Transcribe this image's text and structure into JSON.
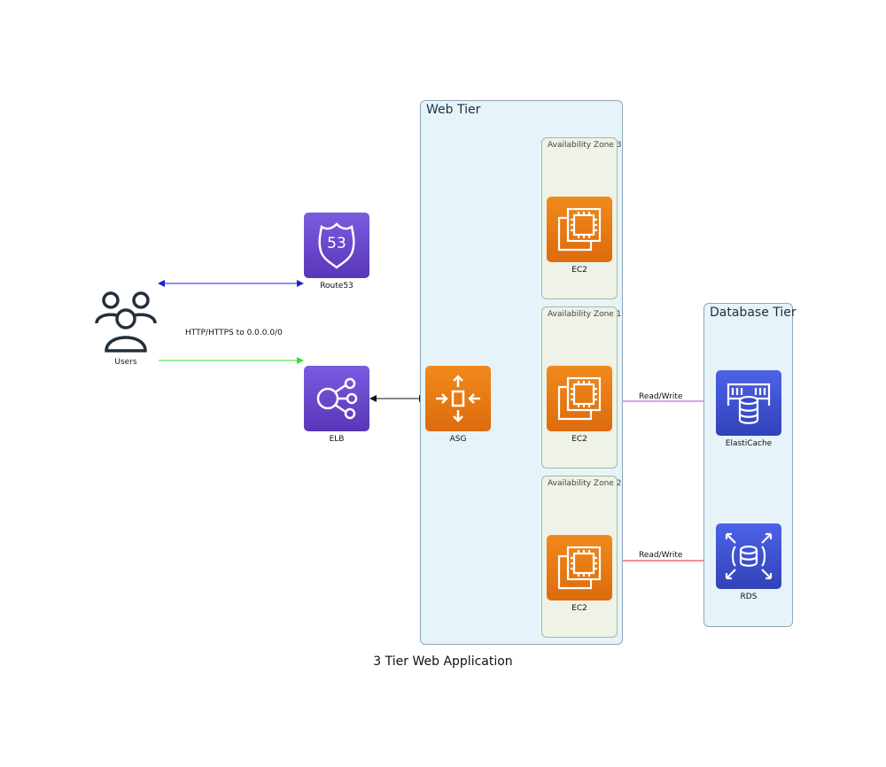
{
  "title": "3 Tier Web Application",
  "clusters": {
    "web_tier": "Web Tier",
    "database_tier": "Database Tier",
    "az3": "Availability Zone 3",
    "az1": "Availability Zone 1",
    "az2": "Availability Zone 2"
  },
  "nodes": {
    "users": "Users",
    "route53": "Route53",
    "elb": "ELB",
    "asg": "ASG",
    "ec2_az3": "EC2",
    "ec2_az1": "EC2",
    "ec2_az2": "EC2",
    "elasticache": "ElastiCache",
    "rds": "RDS"
  },
  "edges": {
    "users_to_elb": "HTTP/HTTPS to 0.0.0.0/0",
    "ec2_to_elasticache": "Read/Write",
    "ec2_to_rds": "Read/Write"
  },
  "route53_badge": "53",
  "colors": {
    "route53_edge": "#1f1fd6",
    "http_edge": "#33e033",
    "elb_asg_edge": "#111111",
    "cache_edge": "#b040e0",
    "rds_edge": "#e02020"
  }
}
